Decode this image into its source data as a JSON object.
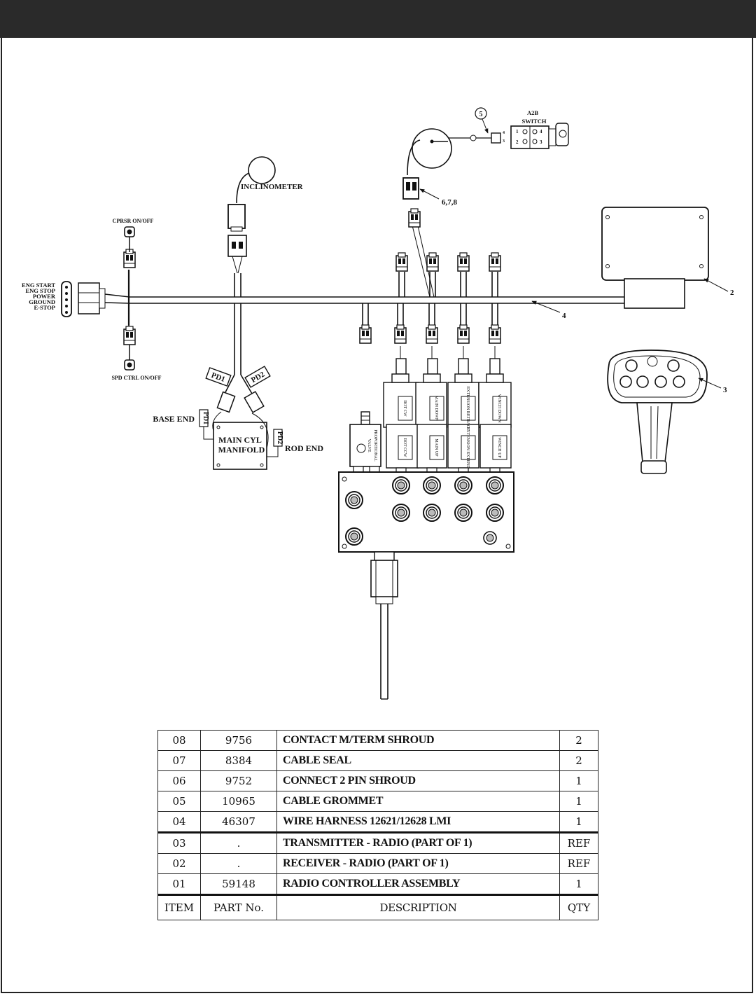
{
  "diagram": {
    "labels": {
      "inclinometer": "INCLINOMETER",
      "a2b_switch_line1": "A2B",
      "a2b_switch_line2": "SWITCH",
      "callout_5": "5",
      "callout_678": "6,7,8",
      "callout_2": "2",
      "callout_3": "3",
      "callout_4": "4",
      "cprsr": "CPRSR ON/OFF",
      "spd_ctrl": "SPD CTRL ON/OFF",
      "eng_start": "ENG START",
      "eng_stop": "ENG STOP",
      "power": "POWER",
      "ground": "GROUND",
      "estop": "E-STOP",
      "pd1_tag": "PD1",
      "pd2_tag": "PD2",
      "pd1_side": "PD1",
      "pd2_side": "PD2",
      "base_end": "BASE END",
      "rod_end": "ROD END",
      "main_cyl_1": "MAIN CYL",
      "main_cyl_2": "MANIFOLD",
      "prop_valve_1": "PROPORTIONAL",
      "prop_valve_2": "VALVE",
      "rot_cw": "ROT CW",
      "main_down": "MAIN DOWN",
      "ext_retract": "EXTENSION RETRACT",
      "winch_down": "WINCH DOWN",
      "rot_ccw": "ROT CCW",
      "main_up": "MAIN UP",
      "ext_extend": "EXTENSION EXTEND",
      "winch_up": "WINCH UP"
    }
  },
  "parts_table": {
    "rows": [
      {
        "item": "08",
        "part": "9756",
        "desc": "CONTACT M/TERM SHROUD",
        "qty": "2"
      },
      {
        "item": "07",
        "part": "8384",
        "desc": "CABLE SEAL",
        "qty": "2"
      },
      {
        "item": "06",
        "part": "9752",
        "desc": "CONNECT 2 PIN SHROUD",
        "qty": "1"
      },
      {
        "item": "05",
        "part": "10965",
        "desc": "CABLE GROMMET",
        "qty": "1"
      },
      {
        "item": "04",
        "part": "46307",
        "desc": "WIRE HARNESS 12621/12628 LMI",
        "qty": "1"
      },
      {
        "item": "03",
        "part": ".",
        "desc": "TRANSMITTER - RADIO (PART OF 1)",
        "qty": "REF"
      },
      {
        "item": "02",
        "part": ".",
        "desc": "RECEIVER - RADIO (PART OF 1)",
        "qty": "REF"
      },
      {
        "item": "01",
        "part": "59148",
        "desc": "RADIO CONTROLLER ASSEMBLY",
        "qty": "1"
      }
    ],
    "header": {
      "item": "ITEM",
      "part": "PART No.",
      "desc": "DESCRIPTION",
      "qty": "QTY"
    }
  }
}
